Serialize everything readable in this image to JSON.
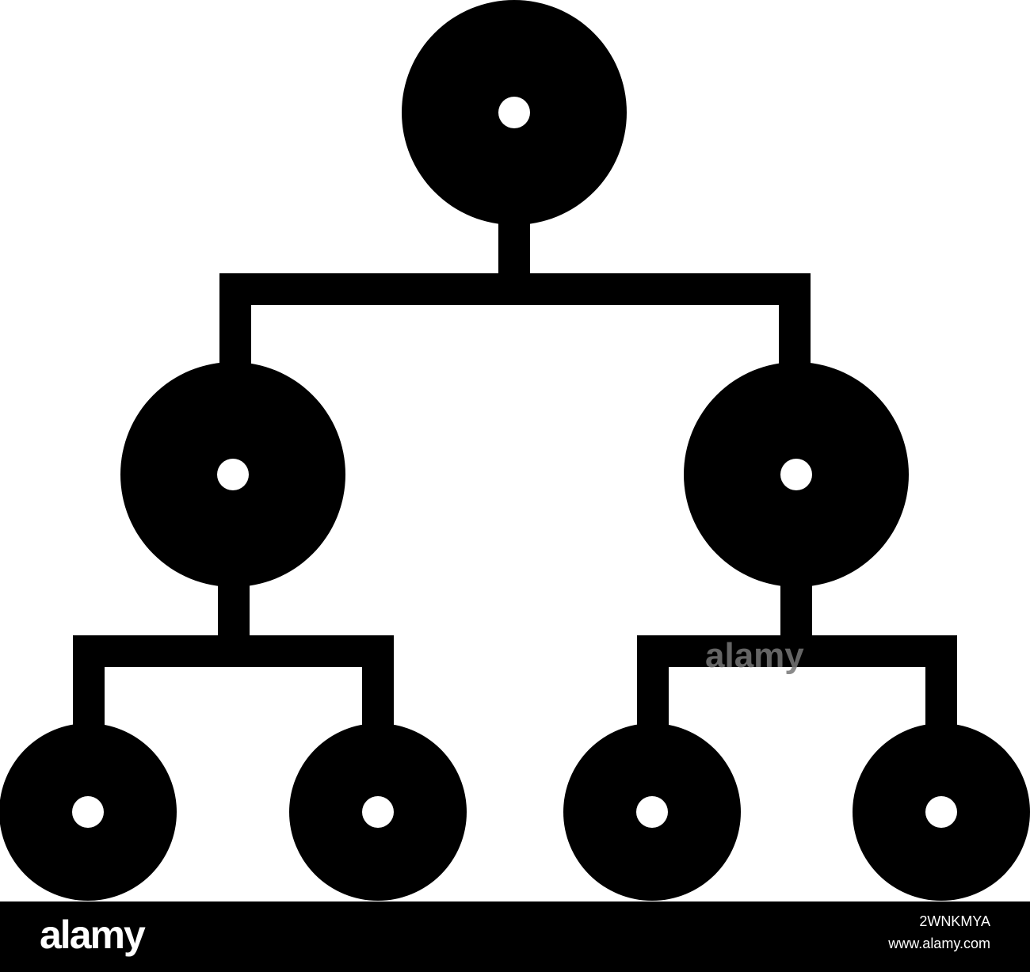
{
  "icon": {
    "name": "hierarchy-tree-icon",
    "fill_color": "#000000",
    "dot_color": "#ffffff"
  },
  "watermark": {
    "text": "alamy",
    "color": "#777777"
  },
  "footer": {
    "background": "#000000",
    "logo": "alamy",
    "image_id": "2WNKMYA",
    "url": "www.alamy.com"
  }
}
